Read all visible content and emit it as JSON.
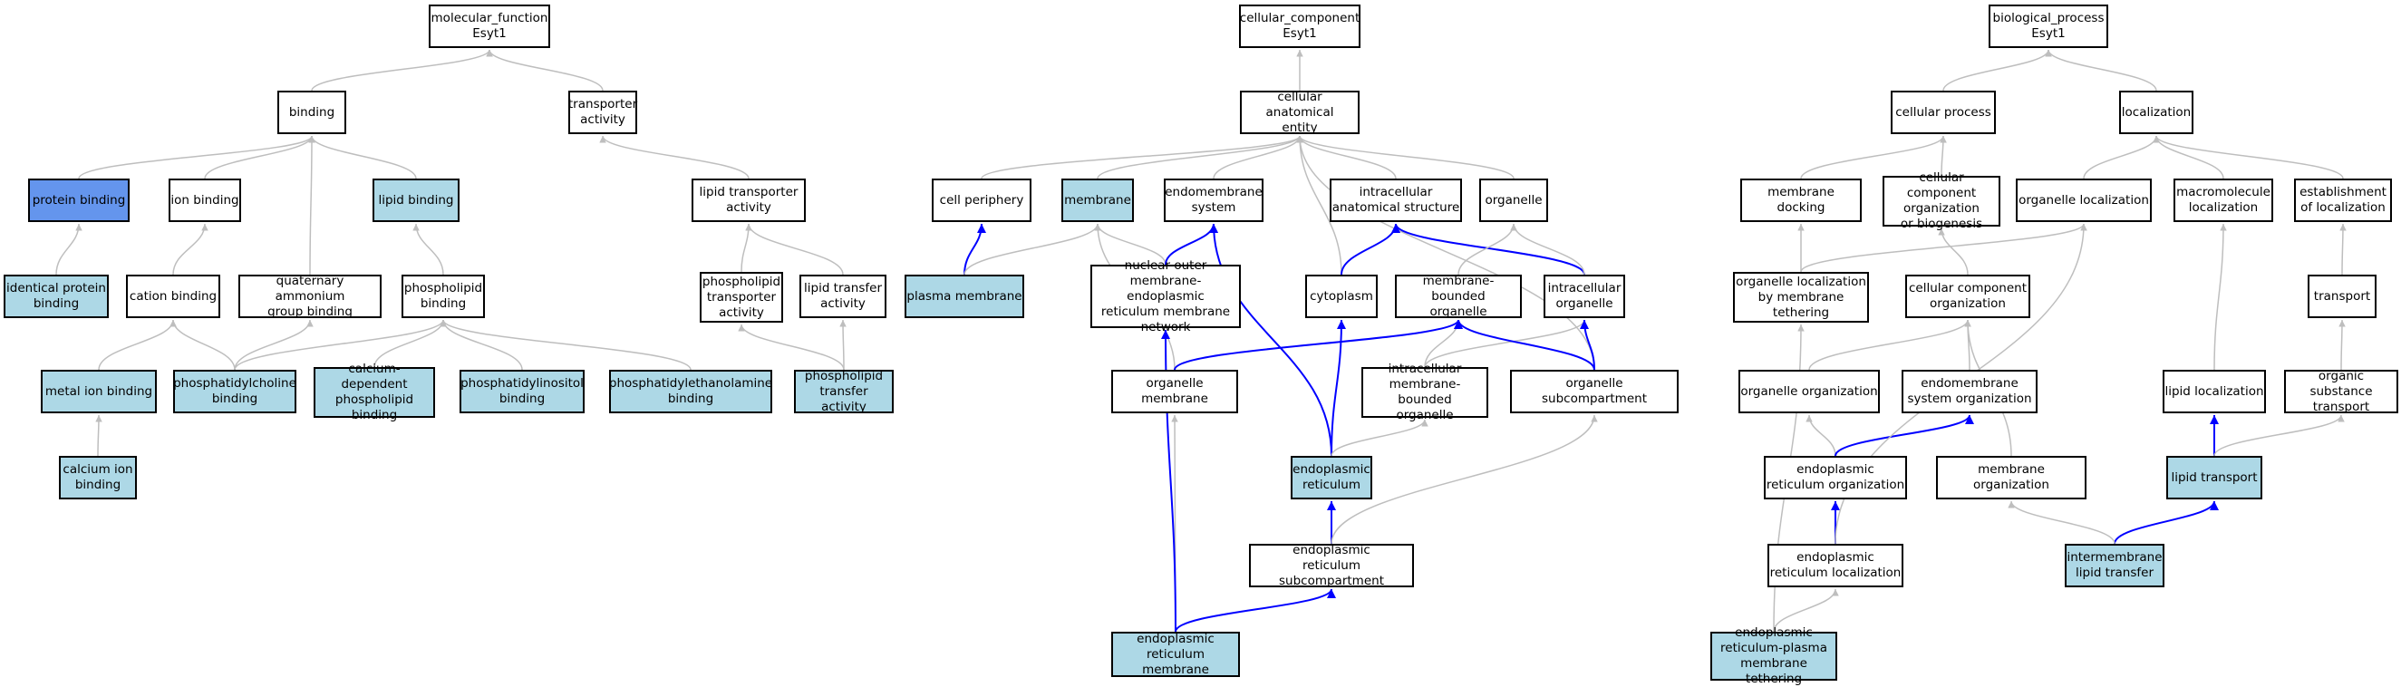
{
  "colors": {
    "default_fill": "#ffffff",
    "annotated_fill": "#add8e6",
    "focus_fill": "#6495ed",
    "edge_gray": "#bebebe",
    "edge_blue": "#0000ff",
    "border": "#000000"
  },
  "nodes": {
    "mf_root": {
      "label": "molecular_function\nEsyt1",
      "style": "white"
    },
    "cc_root": {
      "label": "cellular_component\nEsyt1",
      "style": "white"
    },
    "bp_root": {
      "label": "biological_process\nEsyt1",
      "style": "white"
    },
    "binding": {
      "label": "binding",
      "style": "white"
    },
    "transporter_activity": {
      "label": "transporter\nactivity",
      "style": "white"
    },
    "protein_binding": {
      "label": "protein binding",
      "style": "focus"
    },
    "ion_binding": {
      "label": "ion binding",
      "style": "white"
    },
    "lipid_binding": {
      "label": "lipid binding",
      "style": "annotated"
    },
    "lipid_transporter_activity": {
      "label": "lipid transporter\nactivity",
      "style": "white"
    },
    "identical_protein_binding": {
      "label": "identical protein\nbinding",
      "style": "annotated"
    },
    "cation_binding": {
      "label": "cation binding",
      "style": "white"
    },
    "quaternary_ammonium": {
      "label": "quaternary ammonium\ngroup binding",
      "style": "white"
    },
    "phospholipid_binding": {
      "label": "phospholipid\nbinding",
      "style": "white"
    },
    "phospholipid_transporter_activity": {
      "label": "phospholipid\ntransporter\nactivity",
      "style": "white"
    },
    "lipid_transfer_activity": {
      "label": "lipid transfer\nactivity",
      "style": "white"
    },
    "metal_ion_binding": {
      "label": "metal ion binding",
      "style": "annotated"
    },
    "phosphatidylcholine_binding": {
      "label": "phosphatidylcholine\nbinding",
      "style": "annotated"
    },
    "calcium_dep_phospholipid_binding": {
      "label": "calcium-dependent\nphospholipid\nbinding",
      "style": "annotated"
    },
    "phosphatidylinositol_binding": {
      "label": "phosphatidylinositol\nbinding",
      "style": "annotated"
    },
    "phosphatidylethanolamine_binding": {
      "label": "phosphatidylethanolamine\nbinding",
      "style": "annotated"
    },
    "phospholipid_transfer_activity": {
      "label": "phospholipid\ntransfer activity",
      "style": "annotated"
    },
    "calcium_ion_binding": {
      "label": "calcium ion\nbinding",
      "style": "annotated"
    },
    "cellular_anatomical_entity": {
      "label": "cellular anatomical\nentity",
      "style": "white"
    },
    "cell_periphery": {
      "label": "cell periphery",
      "style": "white"
    },
    "membrane": {
      "label": "membrane",
      "style": "annotated"
    },
    "endomembrane_system": {
      "label": "endomembrane\nsystem",
      "style": "white"
    },
    "intracellular_anatomical_structure": {
      "label": "intracellular\nanatomical structure",
      "style": "white"
    },
    "organelle": {
      "label": "organelle",
      "style": "white"
    },
    "plasma_membrane": {
      "label": "plasma membrane",
      "style": "annotated"
    },
    "nuclear_outer_membrane": {
      "label": "nuclear outer\nmembrane-endoplasmic\nreticulum membrane\nnetwork",
      "style": "white"
    },
    "cytoplasm": {
      "label": "cytoplasm",
      "style": "white"
    },
    "membrane_bounded_organelle": {
      "label": "membrane-bounded\norganelle",
      "style": "white"
    },
    "intracellular_organelle": {
      "label": "intracellular\norganelle",
      "style": "white"
    },
    "organelle_membrane": {
      "label": "organelle membrane",
      "style": "white"
    },
    "intracellular_mbo": {
      "label": "intracellular\nmembrane-bounded\norganelle",
      "style": "white"
    },
    "organelle_subcompartment": {
      "label": "organelle subcompartment",
      "style": "white"
    },
    "endoplasmic_reticulum": {
      "label": "endoplasmic\nreticulum",
      "style": "annotated"
    },
    "er_subcompartment": {
      "label": "endoplasmic\nreticulum subcompartment",
      "style": "white"
    },
    "er_membrane": {
      "label": "endoplasmic\nreticulum membrane",
      "style": "annotated"
    },
    "cellular_process": {
      "label": "cellular process",
      "style": "white"
    },
    "localization": {
      "label": "localization",
      "style": "white"
    },
    "membrane_docking": {
      "label": "membrane docking",
      "style": "white"
    },
    "cc_org_or_biogenesis": {
      "label": "cellular component\norganization\nor biogenesis",
      "style": "white"
    },
    "organelle_localization": {
      "label": "organelle localization",
      "style": "white"
    },
    "macromolecule_localization": {
      "label": "macromolecule\nlocalization",
      "style": "white"
    },
    "establishment_of_localization": {
      "label": "establishment\nof localization",
      "style": "white"
    },
    "organelle_loc_by_membrane_tethering": {
      "label": "organelle localization\nby membrane\ntethering",
      "style": "white"
    },
    "cellular_component_organization": {
      "label": "cellular component\norganization",
      "style": "white"
    },
    "transport": {
      "label": "transport",
      "style": "white"
    },
    "organelle_organization": {
      "label": "organelle organization",
      "style": "white"
    },
    "endomembrane_system_organization": {
      "label": "endomembrane\nsystem organization",
      "style": "white"
    },
    "lipid_localization": {
      "label": "lipid localization",
      "style": "white"
    },
    "organic_substance_transport": {
      "label": "organic substance\ntransport",
      "style": "white"
    },
    "er_organization": {
      "label": "endoplasmic\nreticulum organization",
      "style": "white"
    },
    "membrane_organization": {
      "label": "membrane organization",
      "style": "white"
    },
    "lipid_transport": {
      "label": "lipid transport",
      "style": "annotated"
    },
    "er_localization": {
      "label": "endoplasmic\nreticulum localization",
      "style": "white"
    },
    "intermembrane_lipid_transfer": {
      "label": "intermembrane\nlipid transfer",
      "style": "annotated"
    },
    "er_pm_tethering": {
      "label": "endoplasmic\nreticulum-plasma\nmembrane tethering",
      "style": "annotated"
    }
  },
  "edges": [
    [
      "binding",
      "mf_root",
      "gray"
    ],
    [
      "transporter_activity",
      "mf_root",
      "gray"
    ],
    [
      "protein_binding",
      "binding",
      "gray"
    ],
    [
      "ion_binding",
      "binding",
      "gray"
    ],
    [
      "lipid_binding",
      "binding",
      "gray"
    ],
    [
      "quaternary_ammonium",
      "binding",
      "gray"
    ],
    [
      "lipid_transporter_activity",
      "transporter_activity",
      "gray"
    ],
    [
      "identical_protein_binding",
      "protein_binding",
      "gray"
    ],
    [
      "cation_binding",
      "ion_binding",
      "gray"
    ],
    [
      "phospholipid_binding",
      "lipid_binding",
      "gray"
    ],
    [
      "phospholipid_transporter_activity",
      "lipid_transporter_activity",
      "gray"
    ],
    [
      "lipid_transfer_activity",
      "lipid_transporter_activity",
      "gray"
    ],
    [
      "metal_ion_binding",
      "cation_binding",
      "gray"
    ],
    [
      "phosphatidylcholine_binding",
      "cation_binding",
      "gray"
    ],
    [
      "phosphatidylcholine_binding",
      "quaternary_ammonium",
      "gray"
    ],
    [
      "phosphatidylcholine_binding",
      "phospholipid_binding",
      "gray"
    ],
    [
      "calcium_dep_phospholipid_binding",
      "phospholipid_binding",
      "gray"
    ],
    [
      "phosphatidylinositol_binding",
      "phospholipid_binding",
      "gray"
    ],
    [
      "phosphatidylethanolamine_binding",
      "phospholipid_binding",
      "gray"
    ],
    [
      "phospholipid_transfer_activity",
      "phospholipid_transporter_activity",
      "gray"
    ],
    [
      "phospholipid_transfer_activity",
      "lipid_transfer_activity",
      "gray"
    ],
    [
      "calcium_ion_binding",
      "metal_ion_binding",
      "gray"
    ],
    [
      "cellular_anatomical_entity",
      "cc_root",
      "gray"
    ],
    [
      "cell_periphery",
      "cellular_anatomical_entity",
      "gray"
    ],
    [
      "membrane",
      "cellular_anatomical_entity",
      "gray"
    ],
    [
      "endomembrane_system",
      "cellular_anatomical_entity",
      "gray"
    ],
    [
      "intracellular_anatomical_structure",
      "cellular_anatomical_entity",
      "gray"
    ],
    [
      "organelle",
      "cellular_anatomical_entity",
      "gray"
    ],
    [
      "cytoplasm",
      "cellular_anatomical_entity",
      "gray"
    ],
    [
      "organelle_subcompartment",
      "cellular_anatomical_entity",
      "gray"
    ],
    [
      "plasma_membrane",
      "cell_periphery",
      "blue"
    ],
    [
      "plasma_membrane",
      "membrane",
      "gray"
    ],
    [
      "nuclear_outer_membrane",
      "membrane",
      "gray"
    ],
    [
      "nuclear_outer_membrane",
      "endomembrane_system",
      "blue"
    ],
    [
      "organelle_membrane",
      "membrane",
      "gray"
    ],
    [
      "cytoplasm",
      "intracellular_anatomical_structure",
      "blue"
    ],
    [
      "intracellular_organelle",
      "intracellular_anatomical_structure",
      "blue"
    ],
    [
      "membrane_bounded_organelle",
      "organelle",
      "gray"
    ],
    [
      "intracellular_organelle",
      "organelle",
      "gray"
    ],
    [
      "organelle_membrane",
      "membrane_bounded_organelle",
      "blue"
    ],
    [
      "intracellular_mbo",
      "membrane_bounded_organelle",
      "gray"
    ],
    [
      "intracellular_mbo",
      "intracellular_organelle",
      "gray"
    ],
    [
      "organelle_subcompartment",
      "membrane_bounded_organelle",
      "blue"
    ],
    [
      "organelle_subcompartment",
      "intracellular_organelle",
      "blue"
    ],
    [
      "endoplasmic_reticulum",
      "endomembrane_system",
      "blue"
    ],
    [
      "endoplasmic_reticulum",
      "cytoplasm",
      "blue"
    ],
    [
      "endoplasmic_reticulum",
      "intracellular_mbo",
      "gray"
    ],
    [
      "er_subcompartment",
      "endoplasmic_reticulum",
      "blue"
    ],
    [
      "er_subcompartment",
      "organelle_subcompartment",
      "gray"
    ],
    [
      "er_membrane",
      "er_subcompartment",
      "blue"
    ],
    [
      "er_membrane",
      "organelle_membrane",
      "gray"
    ],
    [
      "er_membrane",
      "nuclear_outer_membrane",
      "blue"
    ],
    [
      "cellular_process",
      "bp_root",
      "gray"
    ],
    [
      "localization",
      "bp_root",
      "gray"
    ],
    [
      "membrane_docking",
      "cellular_process",
      "gray"
    ],
    [
      "cc_org_or_biogenesis",
      "cellular_process",
      "gray"
    ],
    [
      "organelle_localization",
      "localization",
      "gray"
    ],
    [
      "macromolecule_localization",
      "localization",
      "gray"
    ],
    [
      "establishment_of_localization",
      "localization",
      "gray"
    ],
    [
      "organelle_loc_by_membrane_tethering",
      "membrane_docking",
      "gray"
    ],
    [
      "organelle_loc_by_membrane_tethering",
      "organelle_localization",
      "gray"
    ],
    [
      "cellular_component_organization",
      "cc_org_or_biogenesis",
      "gray"
    ],
    [
      "transport",
      "establishment_of_localization",
      "gray"
    ],
    [
      "organelle_organization",
      "cellular_component_organization",
      "gray"
    ],
    [
      "endomembrane_system_organization",
      "cellular_component_organization",
      "gray"
    ],
    [
      "membrane_organization",
      "cellular_component_organization",
      "gray"
    ],
    [
      "lipid_localization",
      "macromolecule_localization",
      "gray"
    ],
    [
      "organic_substance_transport",
      "transport",
      "gray"
    ],
    [
      "er_organization",
      "organelle_organization",
      "gray"
    ],
    [
      "er_organization",
      "endomembrane_system_organization",
      "blue"
    ],
    [
      "lipid_transport",
      "lipid_localization",
      "blue"
    ],
    [
      "lipid_transport",
      "organic_substance_transport",
      "gray"
    ],
    [
      "er_localization",
      "er_organization",
      "blue"
    ],
    [
      "er_localization",
      "organelle_localization",
      "gray"
    ],
    [
      "intermembrane_lipid_transfer",
      "lipid_transport",
      "blue"
    ],
    [
      "intermembrane_lipid_transfer",
      "membrane_organization",
      "gray"
    ],
    [
      "er_pm_tethering",
      "organelle_loc_by_membrane_tethering",
      "gray"
    ],
    [
      "er_pm_tethering",
      "er_localization",
      "gray"
    ]
  ]
}
